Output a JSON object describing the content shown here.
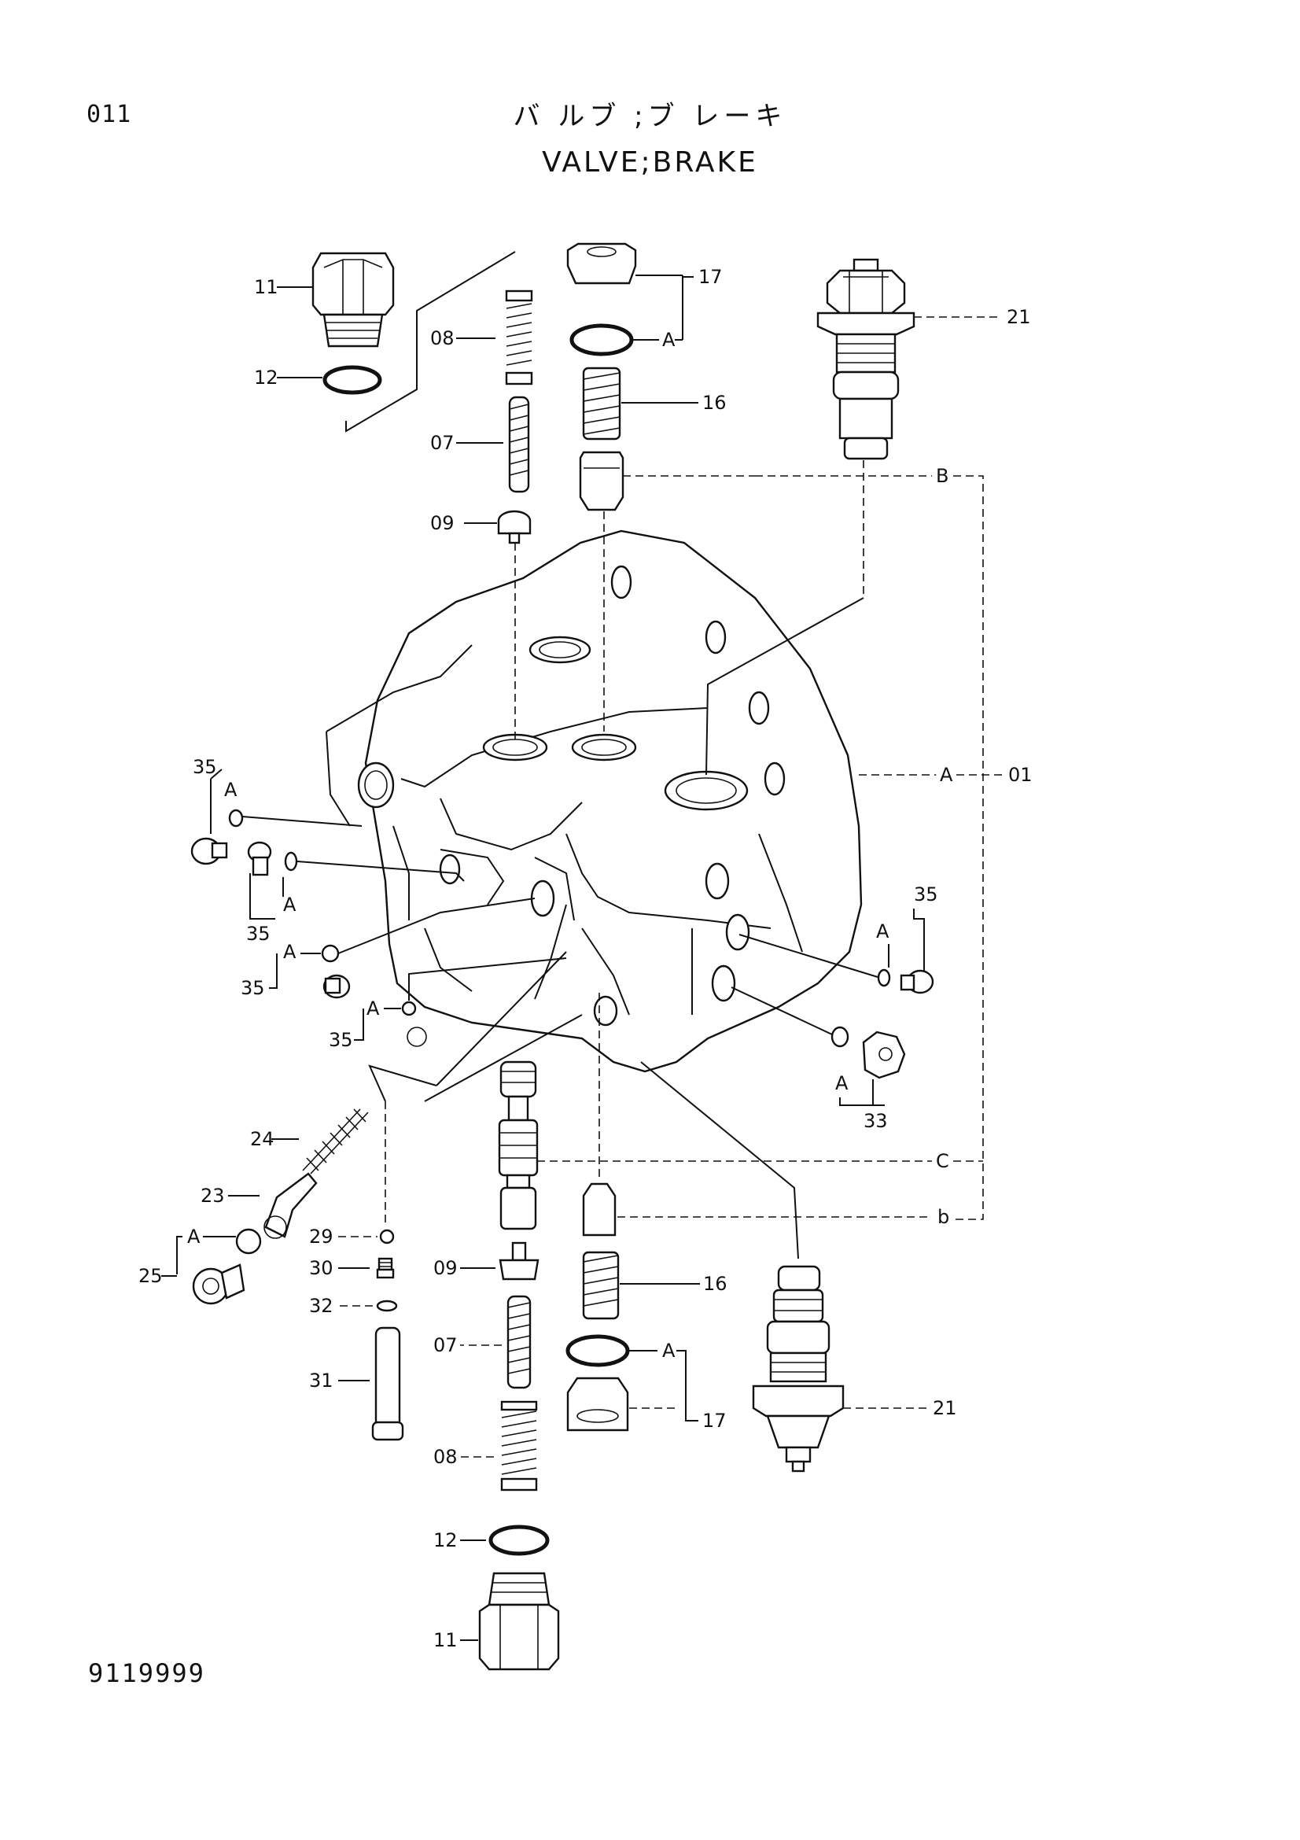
{
  "header": {
    "page_code": "011",
    "title_jp": "バ ルブ ;ブ レーキ",
    "title_en": "VALVE;BRAKE"
  },
  "footer": {
    "drawing_code": "9119999"
  },
  "callouts": {
    "p11_top": "11",
    "p12_top": "12",
    "p08_top": "08",
    "p07_top": "07",
    "p09_top": "09",
    "p17_top": "17",
    "a_top_17": "A",
    "p16_top": "16",
    "p21_top": "21",
    "b_upper": "B",
    "a_body": "A",
    "p01": "01",
    "p35_l1": "35",
    "a_l1": "A",
    "p35_l2": "35",
    "a_l2": "A",
    "p35_l3": "35",
    "a_l3": "A",
    "p35_l4": "35",
    "a_l4": "A",
    "p35_r": "35",
    "a_r": "A",
    "p33": "33",
    "a_33": "A",
    "p24": "24",
    "p23": "23",
    "p25": "25",
    "a_25": "A",
    "p29": "29",
    "p30": "30",
    "p32": "32",
    "p31": "31",
    "c_lower": "C",
    "b_lower": "b",
    "p09_bot": "09",
    "p16_bot": "16",
    "p07_bot": "07",
    "a_bot_17": "A",
    "p17_bot": "17",
    "p21_bot": "21",
    "p08_bot": "08",
    "p12_bot": "12",
    "p11_bot": "11"
  }
}
